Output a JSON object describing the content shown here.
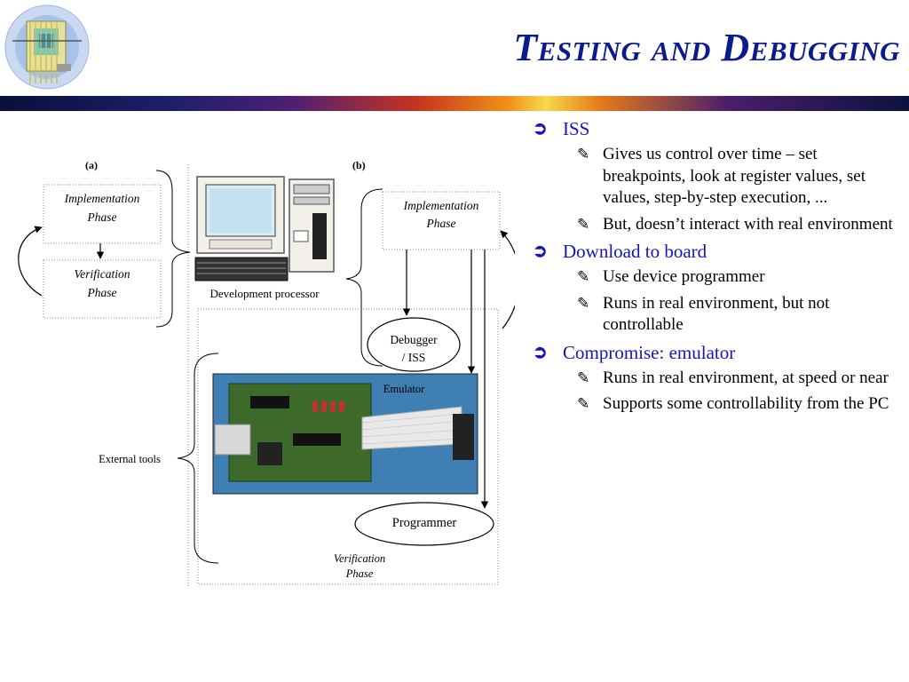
{
  "slide": {
    "title": "Testing and Debugging"
  },
  "bullets": [
    {
      "text": "ISS",
      "subs": [
        "Gives us control over time – set breakpoints, look at register values, set values, step-by-step execution, ...",
        "But, doesn’t interact with real environment"
      ]
    },
    {
      "text": "Download to board",
      "subs": [
        "Use device programmer",
        "Runs in real environment, but not controllable"
      ]
    },
    {
      "text": "Compromise: emulator",
      "subs": [
        "Runs in real environment, at speed or near",
        "Supports some controllability from the PC"
      ]
    }
  ],
  "diagram": {
    "label_a": "(a)",
    "label_b": "(b)",
    "impl_phase_a": [
      "Implementation",
      "Phase"
    ],
    "verif_phase_a": [
      "Verification",
      "Phase"
    ],
    "impl_phase_b": [
      "Implementation",
      "Phase"
    ],
    "dev_processor": "Development processor",
    "debugger": [
      "Debugger",
      "/ ISS"
    ],
    "emulator": "Emulator",
    "external_tools": "External tools",
    "programmer": "Programmer",
    "verif_phase_b": [
      "Verification",
      "Phase"
    ]
  },
  "colors": {
    "title": "#0b1a8c",
    "bullet_level1": "#1616b8"
  },
  "icons": {
    "level1_marker": "curved-arrow-bullet",
    "level2_marker": "pen-nib-bullet"
  }
}
